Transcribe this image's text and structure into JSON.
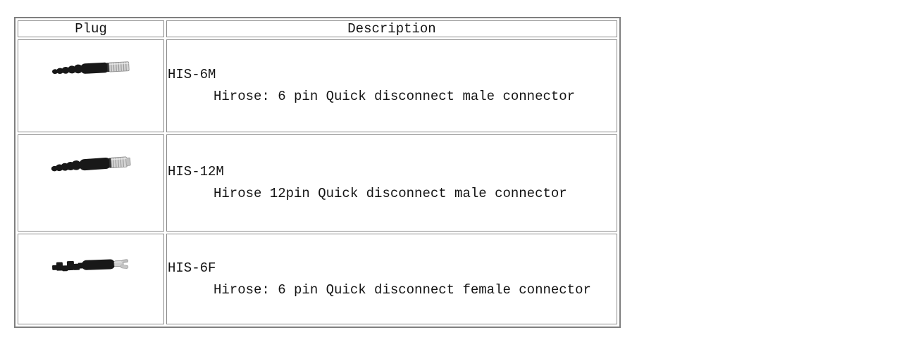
{
  "table": {
    "border_color": "#7f7f7f",
    "headers": [
      {
        "label": "Plug"
      },
      {
        "label": "Description"
      }
    ],
    "rows": [
      {
        "model": "HIS-6M",
        "description": "Hirose: 6 pin Quick disconnect male connector",
        "plug_image": "his-6m-male-connector-photo"
      },
      {
        "model": "HIS-12M",
        "description": "Hirose 12pin Quick disconnect male connector",
        "plug_image": "his-12m-male-connector-photo"
      },
      {
        "model": "HIS-6F",
        "description": "Hirose: 6 pin Quick disconnect female connector",
        "plug_image": "his-6f-female-connector-photo"
      }
    ]
  }
}
